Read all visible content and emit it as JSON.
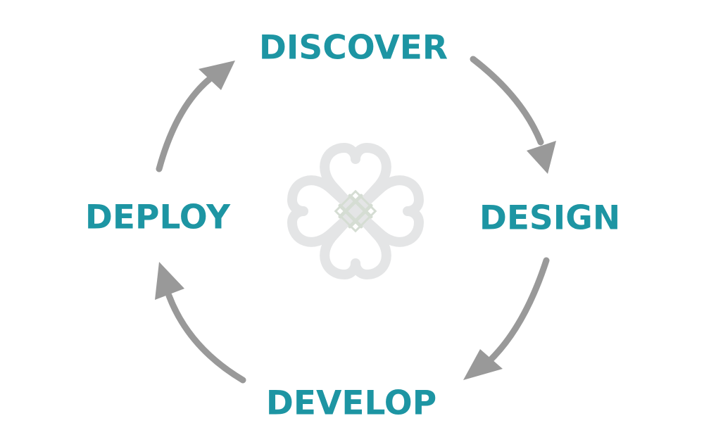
{
  "diagram": {
    "type": "cycle",
    "stages": [
      "DISCOVER",
      "DESIGN",
      "DEVELOP",
      "DEPLOY"
    ],
    "flow": [
      {
        "from": "DISCOVER",
        "to": "DESIGN"
      },
      {
        "from": "DESIGN",
        "to": "DEVELOP"
      },
      {
        "from": "DEVELOP",
        "to": "DEPLOY"
      },
      {
        "from": "DEPLOY",
        "to": "DISCOVER"
      }
    ],
    "center_icon": "four-heart-knot-icon"
  },
  "colors": {
    "label": "#1d95a3",
    "arrow": "#999999",
    "icon_stroke": "#e4e5e6",
    "icon_fill": "#ffffff",
    "icon_weave": "#d5ddd3"
  }
}
